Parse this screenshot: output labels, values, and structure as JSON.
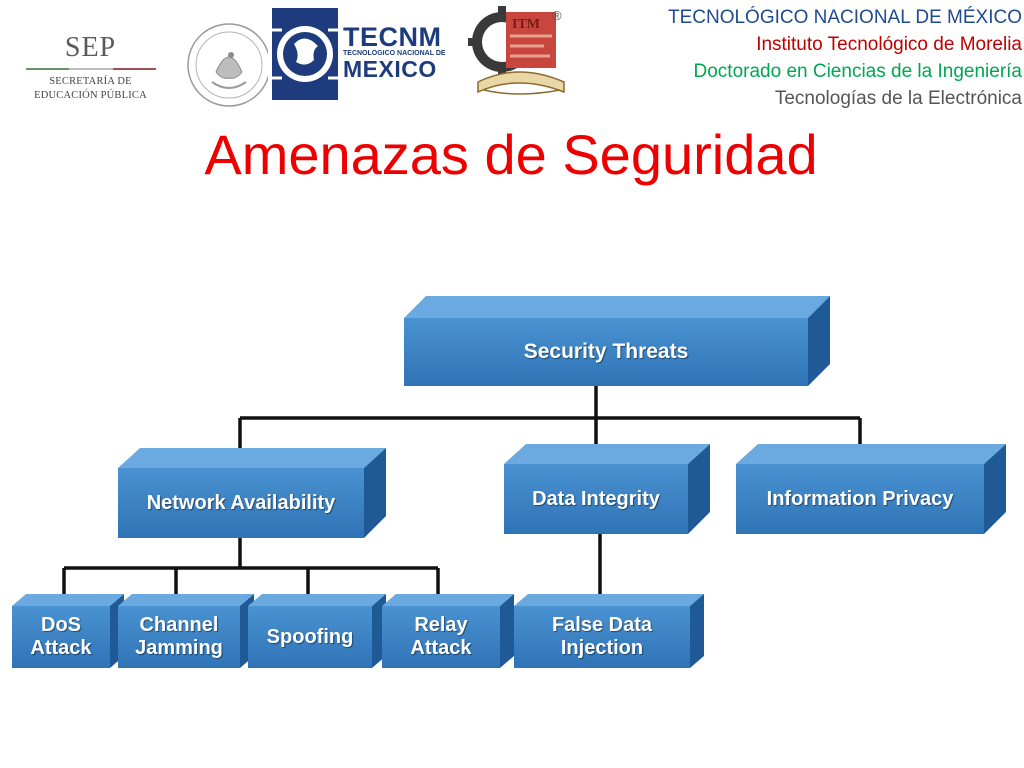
{
  "header": {
    "sep": {
      "abbr": "SEP",
      "line1": "SECRETARÍA DE",
      "line2": "EDUCACIÓN PÚBLICA"
    },
    "tecnm": {
      "name": "TECNM",
      "sub": "TECNOLOGICO NACIONAL DE",
      "mexico": "MEXICO"
    },
    "itm": {
      "mark": "®"
    },
    "institution": {
      "line1": "TECNOLÓGICO NACIONAL DE MÉXICO",
      "line2": "Instituto Tecnológico de Morelia",
      "line3": "Doctorado en Ciencias de la Ingeniería",
      "line4": "Tecnologías de la Electrónica"
    }
  },
  "title": "Amenazas de Seguridad",
  "diagram": {
    "root": "Security Threats",
    "branches": {
      "network": "Network Availability",
      "integrity": "Data Integrity",
      "privacy": "Information Privacy"
    },
    "leaves": {
      "dos_line1": "DoS",
      "dos_line2": "Attack",
      "jam_line1": "Channel",
      "jam_line2": "Jamming",
      "spoof": "Spoofing",
      "relay_line1": "Relay",
      "relay_line2": "Attack",
      "fdi_line1": "False Data",
      "fdi_line2": "Injection"
    }
  },
  "colors": {
    "title": "#ee0000",
    "box_front": "#3b82c4",
    "box_top": "#5fa3dc",
    "box_side": "#1f5a96",
    "connector": "#111111"
  }
}
